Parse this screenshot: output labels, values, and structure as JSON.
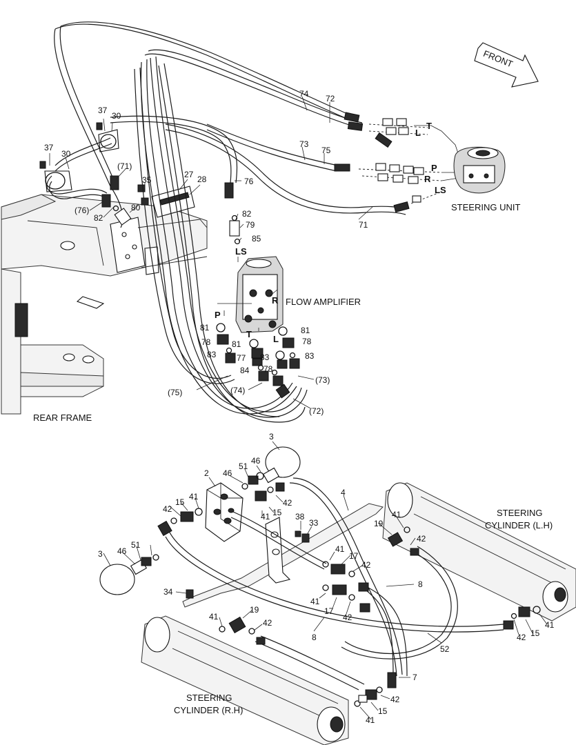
{
  "diagram": {
    "front_label": "FRONT",
    "captions": {
      "steering_unit": "STEERING UNIT",
      "flow_amplifier": "FLOW AMPLIFIER",
      "rear_frame": "REAR FRAME",
      "cyl_lh_1": "STEERING",
      "cyl_lh_2": "CYLINDER (L.H)",
      "cyl_rh_1": "STEERING",
      "cyl_rh_2": "CYLINDER (R.H)"
    },
    "ports": {
      "su_t": "T",
      "su_l": "L",
      "su_p": "P",
      "su_r": "R",
      "su_ls": "LS",
      "fa_ls": "LS",
      "fa_p": "P",
      "fa_t": "T",
      "fa_r": "R",
      "fa_l": "L"
    },
    "callouts": [
      "74",
      "72",
      "73",
      "75",
      "71",
      "76",
      "37",
      "30",
      "37",
      "30",
      "(71)",
      "(76)",
      "82",
      "80",
      "35",
      "27",
      "28",
      "82",
      "79",
      "85",
      "81",
      "78",
      "83",
      "81",
      "77",
      "84",
      "83",
      "78",
      "81",
      "78",
      "83",
      "(73)",
      "(75)",
      "(74)",
      "(72)",
      "3",
      "51",
      "46",
      "46",
      "2",
      "42",
      "41",
      "15",
      "42",
      "41",
      "15",
      "4",
      "38",
      "33",
      "41",
      "17",
      "42",
      "41",
      "17",
      "42",
      "8",
      "8",
      "19",
      "42",
      "41",
      "3",
      "46",
      "51",
      "34",
      "41",
      "19",
      "42",
      "52",
      "42",
      "15",
      "41",
      "7",
      "42",
      "15",
      "41"
    ]
  }
}
